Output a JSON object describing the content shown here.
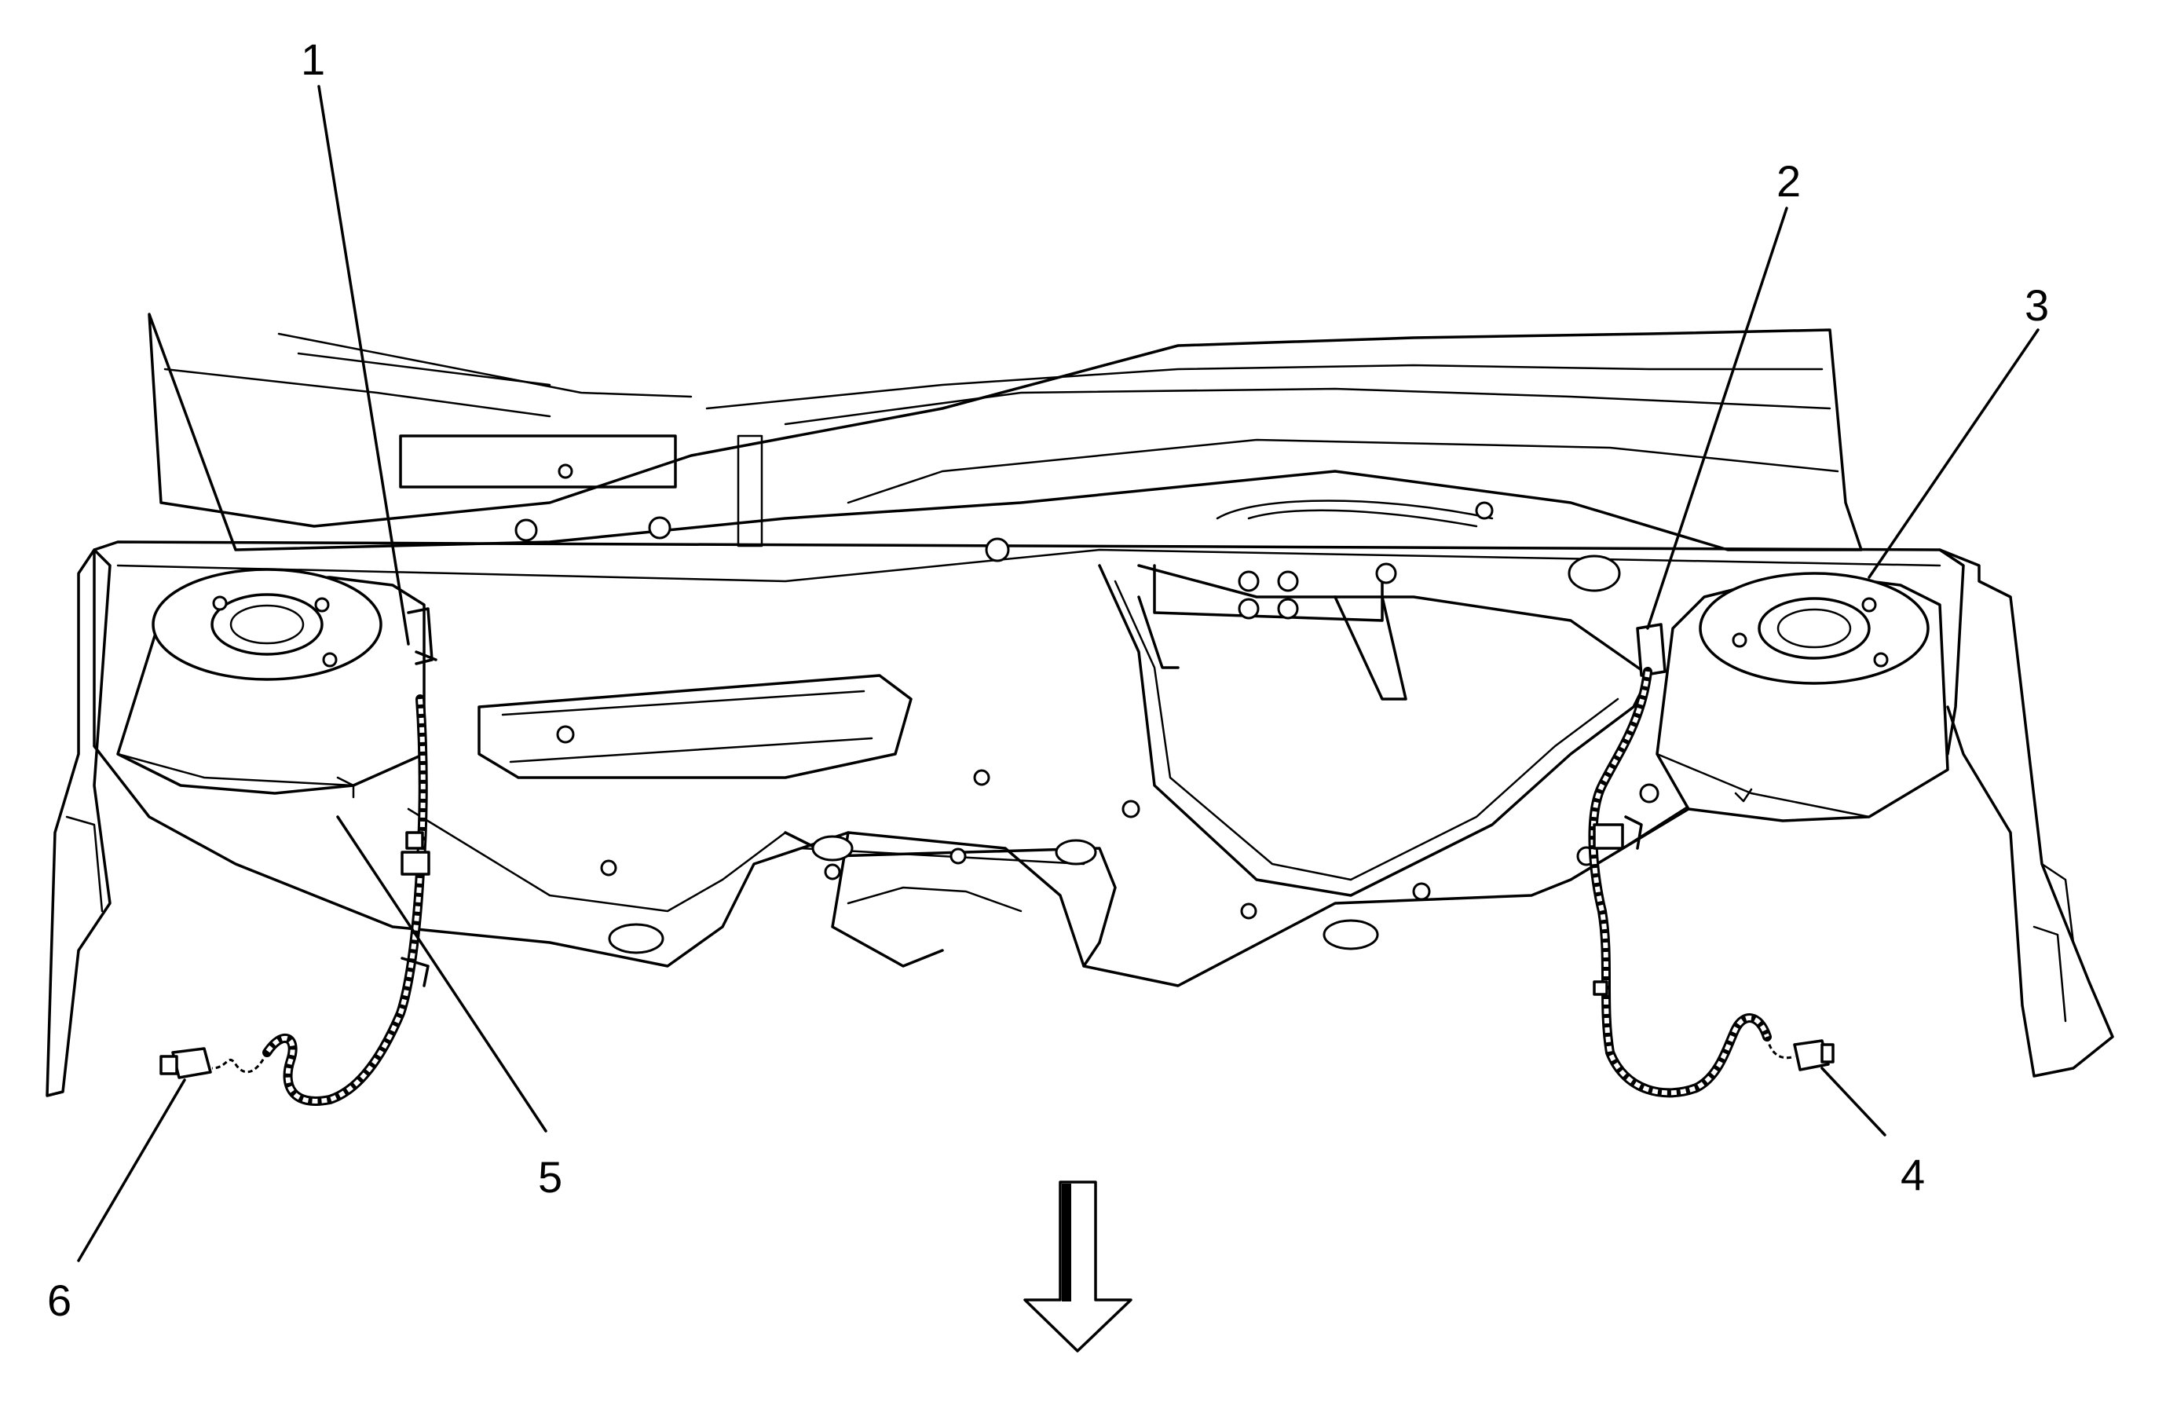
{
  "callouts": [
    {
      "id": "1",
      "label": "1"
    },
    {
      "id": "2",
      "label": "2"
    },
    {
      "id": "3",
      "label": "3"
    },
    {
      "id": "4",
      "label": "4"
    },
    {
      "id": "5",
      "label": "5"
    },
    {
      "id": "6",
      "label": "6"
    }
  ],
  "icons": {
    "direction_arrow": "down-arrow-icon"
  }
}
